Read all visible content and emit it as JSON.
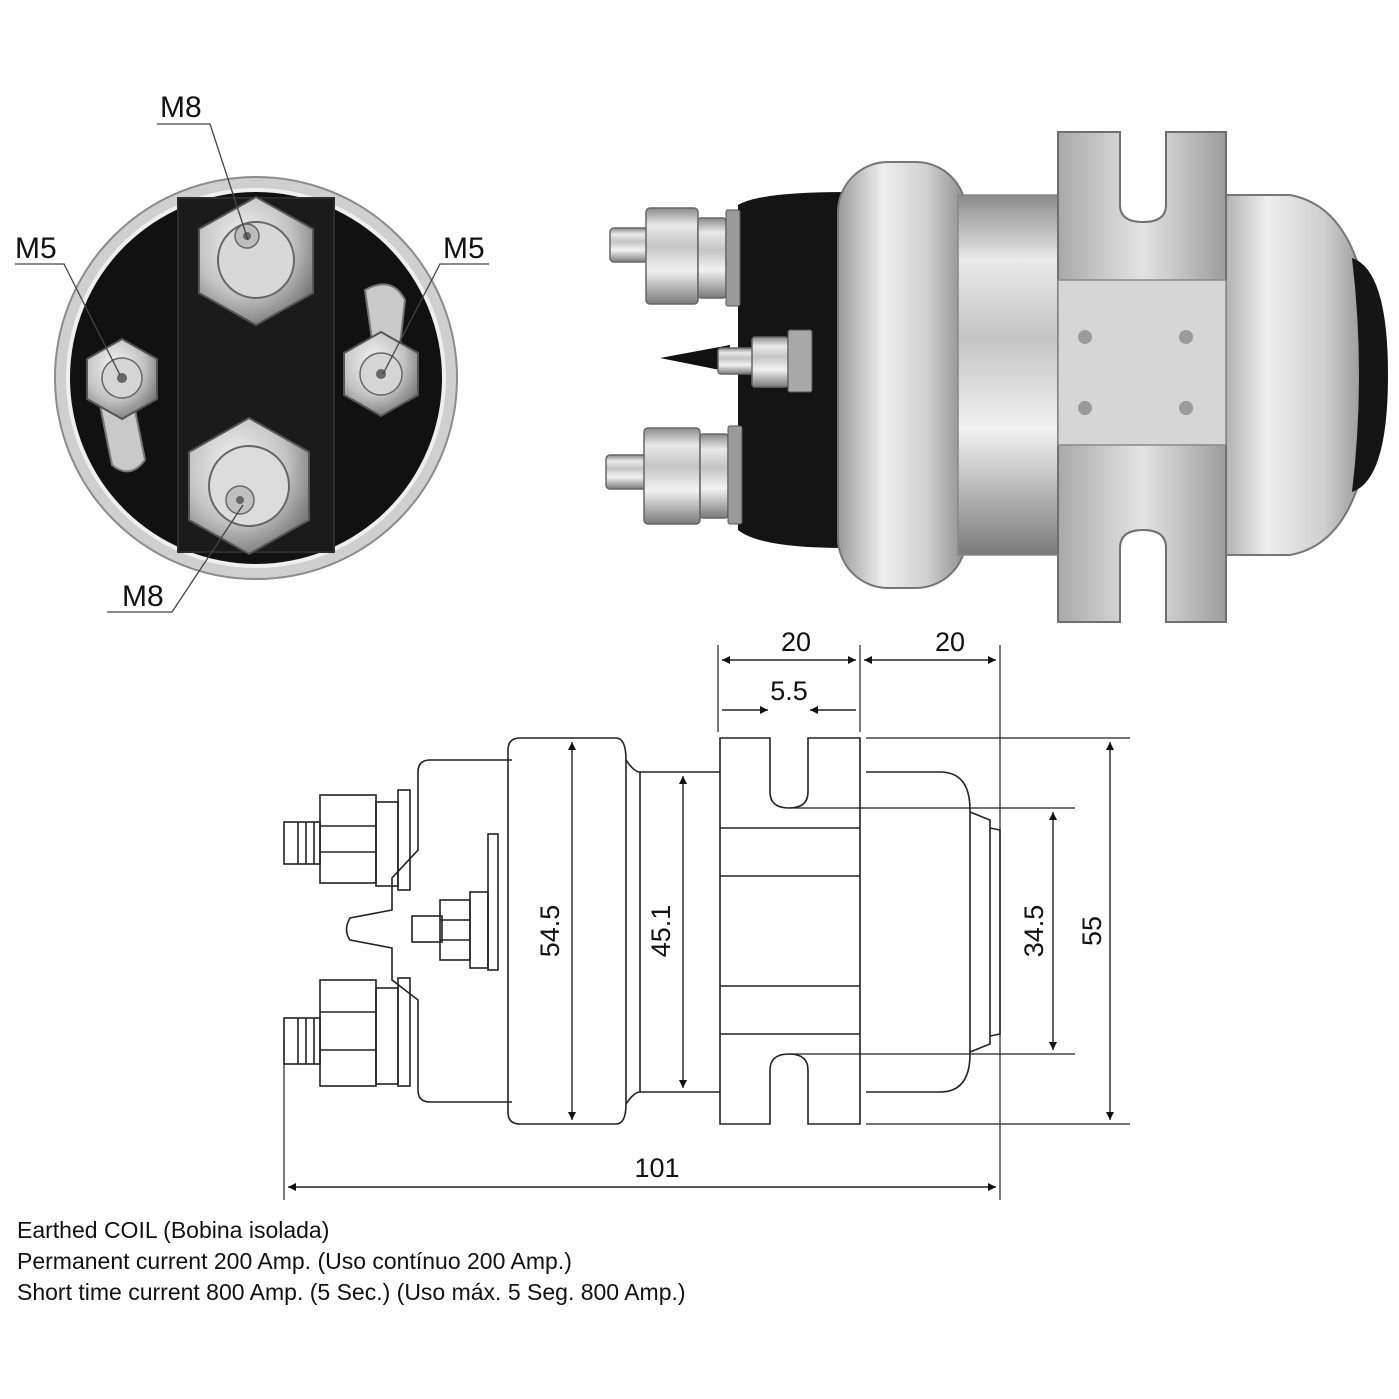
{
  "end_view_labels": {
    "top_terminal": "M8",
    "bottom_terminal": "M8",
    "left_terminal": "M5",
    "right_terminal": "M5"
  },
  "dimensions": {
    "bracket_width": "20",
    "bracket_to_end": "20",
    "slot_width": "5.5",
    "flange_diameter": "54.5",
    "body_diameter": "45.1",
    "end_cap_diameter": "34.5",
    "bracket_height": "55",
    "overall_length": "101"
  },
  "notes": [
    "Earthed COIL (Bobina isolada)",
    "Permanent current 200 Amp. (Uso contínuo 200 Amp.)",
    "Short time current 800 Amp. (5 Sec.) (Uso máx. 5 Seg. 800 Amp.)"
  ],
  "colors": {
    "line": "#222222",
    "housing_black": "#111111",
    "metal_light": "#e6e6e6",
    "metal_mid": "#b9b9b9",
    "metal_dark": "#7d7d7d"
  }
}
